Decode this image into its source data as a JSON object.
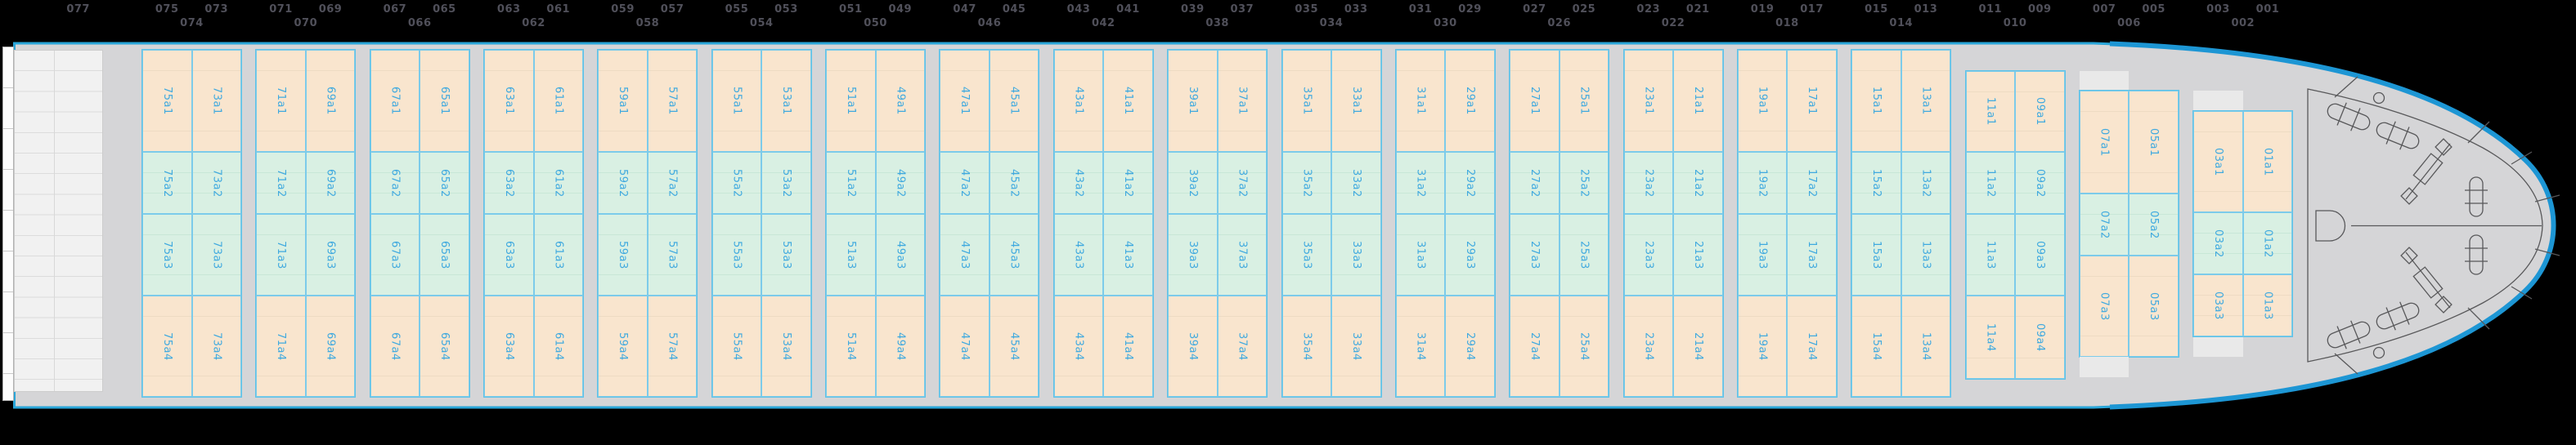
{
  "page": {
    "background": "#000000"
  },
  "vessel": {
    "lone_header": "077",
    "colors": {
      "hull_fill": "#d5d5d7",
      "hull_border": "#2aa6d9",
      "bow_border": "#1d96d4",
      "header_text": "#50505a",
      "tier_outer": "#f9e5ce",
      "tier_inner": "#d9f0e3",
      "cell_border": "#7ccbea",
      "cell_label": "#3fa9df",
      "blank_cell": "#e9e9e9"
    },
    "bow_equipment": [
      "fairlead-tick-icon",
      "mooring-bollard-icon",
      "anchor-chain-icon",
      "windlass-icon",
      "mast-base-icon",
      "deck-circle-icon",
      "bow-centerline"
    ],
    "bays": [
      {
        "bay": "074",
        "profile": "full",
        "columns": [
          {
            "header": "075",
            "cells": [
              "75a1",
              "75a2",
              "75a3",
              "75a4"
            ]
          },
          {
            "header": "073",
            "cells": [
              "73a1",
              "73a2",
              "73a3",
              "73a4"
            ]
          }
        ]
      },
      {
        "bay": "070",
        "profile": "full",
        "columns": [
          {
            "header": "071",
            "cells": [
              "71a1",
              "71a2",
              "71a3",
              "71a4"
            ]
          },
          {
            "header": "069",
            "cells": [
              "69a1",
              "69a2",
              "69a3",
              "69a4"
            ]
          }
        ]
      },
      {
        "bay": "066",
        "profile": "full",
        "columns": [
          {
            "header": "067",
            "cells": [
              "67a1",
              "67a2",
              "67a3",
              "67a4"
            ]
          },
          {
            "header": "065",
            "cells": [
              "65a1",
              "65a2",
              "65a3",
              "65a4"
            ]
          }
        ]
      },
      {
        "bay": "062",
        "profile": "full",
        "columns": [
          {
            "header": "063",
            "cells": [
              "63a1",
              "63a2",
              "63a3",
              "63a4"
            ]
          },
          {
            "header": "061",
            "cells": [
              "61a1",
              "61a2",
              "61a3",
              "61a4"
            ]
          }
        ]
      },
      {
        "bay": "058",
        "profile": "full",
        "columns": [
          {
            "header": "059",
            "cells": [
              "59a1",
              "59a2",
              "59a3",
              "59a4"
            ]
          },
          {
            "header": "057",
            "cells": [
              "57a1",
              "57a2",
              "57a3",
              "57a4"
            ]
          }
        ]
      },
      {
        "bay": "054",
        "profile": "full",
        "columns": [
          {
            "header": "055",
            "cells": [
              "55a1",
              "55a2",
              "55a3",
              "55a4"
            ]
          },
          {
            "header": "053",
            "cells": [
              "53a1",
              "53a2",
              "53a3",
              "53a4"
            ]
          }
        ]
      },
      {
        "bay": "050",
        "profile": "full",
        "columns": [
          {
            "header": "051",
            "cells": [
              "51a1",
              "51a2",
              "51a3",
              "51a4"
            ]
          },
          {
            "header": "049",
            "cells": [
              "49a1",
              "49a2",
              "49a3",
              "49a4"
            ]
          }
        ]
      },
      {
        "bay": "046",
        "profile": "full",
        "columns": [
          {
            "header": "047",
            "cells": [
              "47a1",
              "47a2",
              "47a3",
              "47a4"
            ]
          },
          {
            "header": "045",
            "cells": [
              "45a1",
              "45a2",
              "45a3",
              "45a4"
            ]
          }
        ]
      },
      {
        "bay": "042",
        "profile": "full",
        "columns": [
          {
            "header": "043",
            "cells": [
              "43a1",
              "43a2",
              "43a3",
              "43a4"
            ]
          },
          {
            "header": "041",
            "cells": [
              "41a1",
              "41a2",
              "41a3",
              "41a4"
            ]
          }
        ]
      },
      {
        "bay": "038",
        "profile": "full",
        "columns": [
          {
            "header": "039",
            "cells": [
              "39a1",
              "39a2",
              "39a3",
              "39a4"
            ]
          },
          {
            "header": "037",
            "cells": [
              "37a1",
              "37a2",
              "37a3",
              "37a4"
            ]
          }
        ]
      },
      {
        "bay": "034",
        "profile": "full",
        "columns": [
          {
            "header": "035",
            "cells": [
              "35a1",
              "35a2",
              "35a3",
              "35a4"
            ]
          },
          {
            "header": "033",
            "cells": [
              "33a1",
              "33a2",
              "33a3",
              "33a4"
            ]
          }
        ]
      },
      {
        "bay": "030",
        "profile": "full",
        "columns": [
          {
            "header": "031",
            "cells": [
              "31a1",
              "31a2",
              "31a3",
              "31a4"
            ]
          },
          {
            "header": "029",
            "cells": [
              "29a1",
              "29a2",
              "29a3",
              "29a4"
            ]
          }
        ]
      },
      {
        "bay": "026",
        "profile": "full",
        "columns": [
          {
            "header": "027",
            "cells": [
              "27a1",
              "27a2",
              "27a3",
              "27a4"
            ]
          },
          {
            "header": "025",
            "cells": [
              "25a1",
              "25a2",
              "25a3",
              "25a4"
            ]
          }
        ]
      },
      {
        "bay": "022",
        "profile": "full",
        "columns": [
          {
            "header": "023",
            "cells": [
              "23a1",
              "23a2",
              "23a3",
              "23a4"
            ]
          },
          {
            "header": "021",
            "cells": [
              "21a1",
              "21a2",
              "21a3",
              "21a4"
            ]
          }
        ]
      },
      {
        "bay": "018",
        "profile": "full",
        "columns": [
          {
            "header": "019",
            "cells": [
              "19a1",
              "19a2",
              "19a3",
              "19a4"
            ]
          },
          {
            "header": "017",
            "cells": [
              "17a1",
              "17a2",
              "17a3",
              "17a4"
            ]
          }
        ]
      },
      {
        "bay": "014",
        "profile": "full",
        "columns": [
          {
            "header": "015",
            "cells": [
              "15a1",
              "15a2",
              "15a3",
              "15a4"
            ]
          },
          {
            "header": "013",
            "cells": [
              "13a1",
              "13a2",
              "13a3",
              "13a4"
            ]
          }
        ]
      },
      {
        "bay": "010",
        "profile": "short",
        "columns": [
          {
            "header": "011",
            "cells": [
              "11a1",
              "11a2",
              "11a3",
              "11a4"
            ]
          },
          {
            "header": "009",
            "cells": [
              "09a1",
              "09a2",
              "09a3",
              "09a4"
            ]
          }
        ]
      },
      {
        "bay": "006",
        "profile": "tri1",
        "columns": [
          {
            "header": "007",
            "cells": [
              "07a1",
              "07a2",
              "07a3"
            ]
          },
          {
            "header": "005",
            "cells": [
              "05a1",
              "05a2",
              "05a3"
            ]
          }
        ]
      },
      {
        "bay": "002",
        "profile": "tri2",
        "columns": [
          {
            "header": "003",
            "cells": [
              "03a1",
              "03a2",
              "03a3"
            ]
          },
          {
            "header": "001",
            "cells": [
              "01a1",
              "01a2",
              "01a3"
            ]
          }
        ]
      }
    ]
  }
}
